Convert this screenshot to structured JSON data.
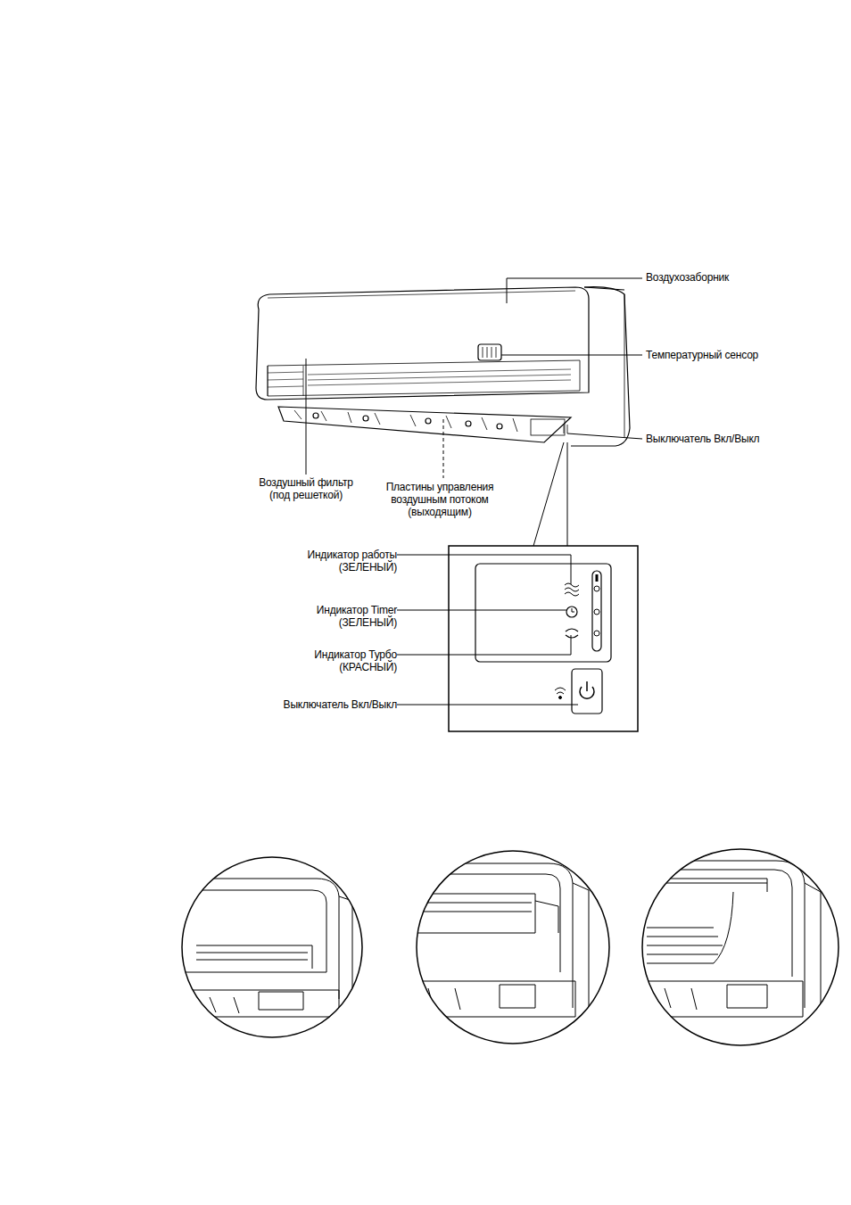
{
  "diagram": {
    "labels": [
      "Воздухозаборник",
      "Температурный сенсор",
      "Выключатель Вкл/Выкл",
      "Воздушный фильтр (под решеткой)",
      "Пластины управления воздушным потоком (выходящим)",
      "Индикатор работы (ЗЕЛЕНЫЙ)",
      "Индикатор Timer (ЗЕЛЕНЫЙ)",
      "Индикатор Турбо (КРАСНЫЙ)",
      "Выключатель Вкл/Выкл"
    ]
  }
}
